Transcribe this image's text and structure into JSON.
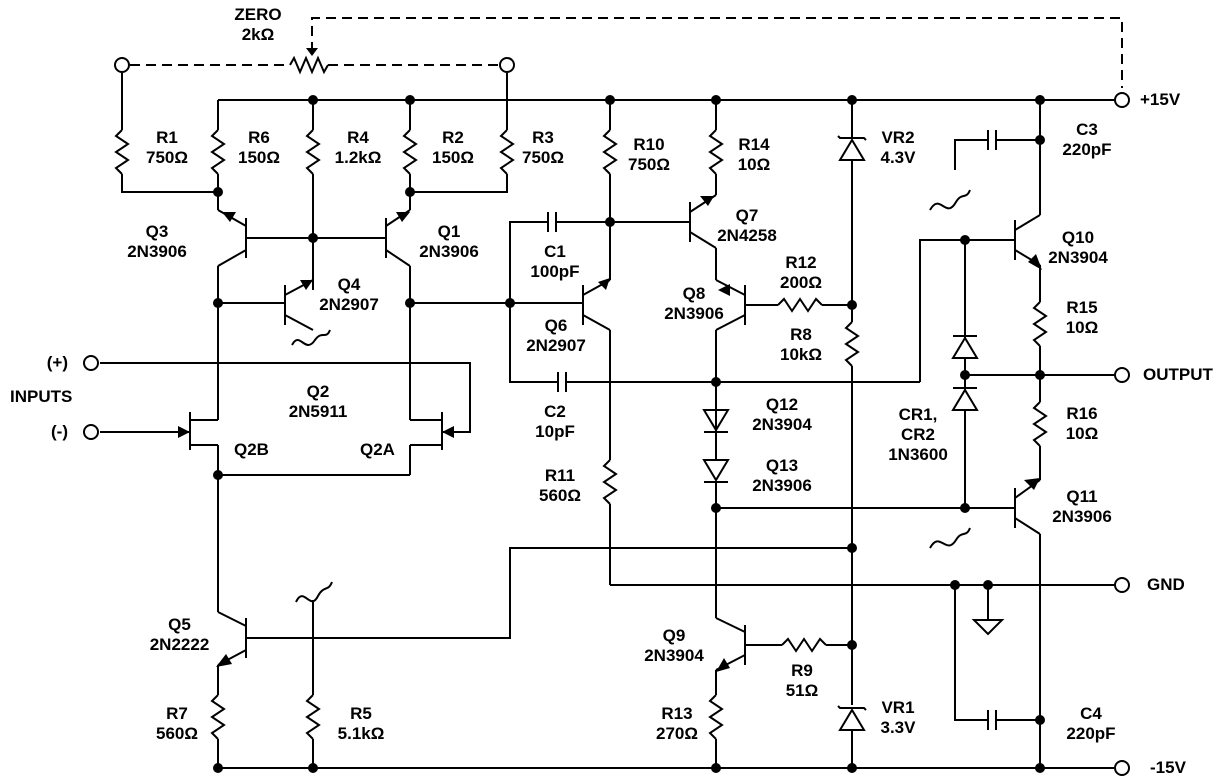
{
  "zero_pot": {
    "name": "ZERO",
    "value": "2kΩ"
  },
  "terminals": {
    "pos15": "+15V",
    "neg15": "-15V",
    "output": "OUTPUT",
    "gnd": "GND",
    "inp_plus": "(+)",
    "inputs": "INPUTS",
    "inp_minus": "(-)"
  },
  "resistors": {
    "R1": {
      "name": "R1",
      "value": "750Ω"
    },
    "R6": {
      "name": "R6",
      "value": "150Ω"
    },
    "R4": {
      "name": "R4",
      "value": "1.2kΩ"
    },
    "R2": {
      "name": "R2",
      "value": "150Ω"
    },
    "R3": {
      "name": "R3",
      "value": "750Ω"
    },
    "R10": {
      "name": "R10",
      "value": "750Ω"
    },
    "R14": {
      "name": "R14",
      "value": "10Ω"
    },
    "R12": {
      "name": "R12",
      "value": "200Ω"
    },
    "R8": {
      "name": "R8",
      "value": "10kΩ"
    },
    "R15": {
      "name": "R15",
      "value": "10Ω"
    },
    "R16": {
      "name": "R16",
      "value": "10Ω"
    },
    "R11": {
      "name": "R11",
      "value": "560Ω"
    },
    "R9": {
      "name": "R9",
      "value": "51Ω"
    },
    "R13": {
      "name": "R13",
      "value": "270Ω"
    },
    "R7": {
      "name": "R7",
      "value": "560Ω"
    },
    "R5": {
      "name": "R5",
      "value": "5.1kΩ"
    }
  },
  "capacitors": {
    "C1": {
      "name": "C1",
      "value": "100pF"
    },
    "C2": {
      "name": "C2",
      "value": "10pF"
    },
    "C3": {
      "name": "C3",
      "value": "220pF"
    },
    "C4": {
      "name": "C4",
      "value": "220pF"
    }
  },
  "transistors": {
    "Q1": {
      "name": "Q1",
      "part": "2N3906"
    },
    "Q2": {
      "name": "Q2",
      "part": "2N5911"
    },
    "Q2A": {
      "name": "Q2A"
    },
    "Q2B": {
      "name": "Q2B"
    },
    "Q3": {
      "name": "Q3",
      "part": "2N3906"
    },
    "Q4": {
      "name": "Q4",
      "part": "2N2907"
    },
    "Q5": {
      "name": "Q5",
      "part": "2N2222"
    },
    "Q6": {
      "name": "Q6",
      "part": "2N2907"
    },
    "Q7": {
      "name": "Q7",
      "part": "2N4258"
    },
    "Q8": {
      "name": "Q8",
      "part": "2N3906"
    },
    "Q9": {
      "name": "Q9",
      "part": "2N3904"
    },
    "Q10": {
      "name": "Q10",
      "part": "2N3904"
    },
    "Q11": {
      "name": "Q11",
      "part": "2N3906"
    },
    "Q12": {
      "name": "Q12",
      "part": "2N3904"
    },
    "Q13": {
      "name": "Q13",
      "part": "2N3906"
    }
  },
  "diodes": {
    "VR1": {
      "name": "VR1",
      "value": "3.3V"
    },
    "VR2": {
      "name": "VR2",
      "value": "4.3V"
    },
    "CR": {
      "name1": "CR1,",
      "name2": "CR2",
      "part": "1N3600"
    }
  }
}
